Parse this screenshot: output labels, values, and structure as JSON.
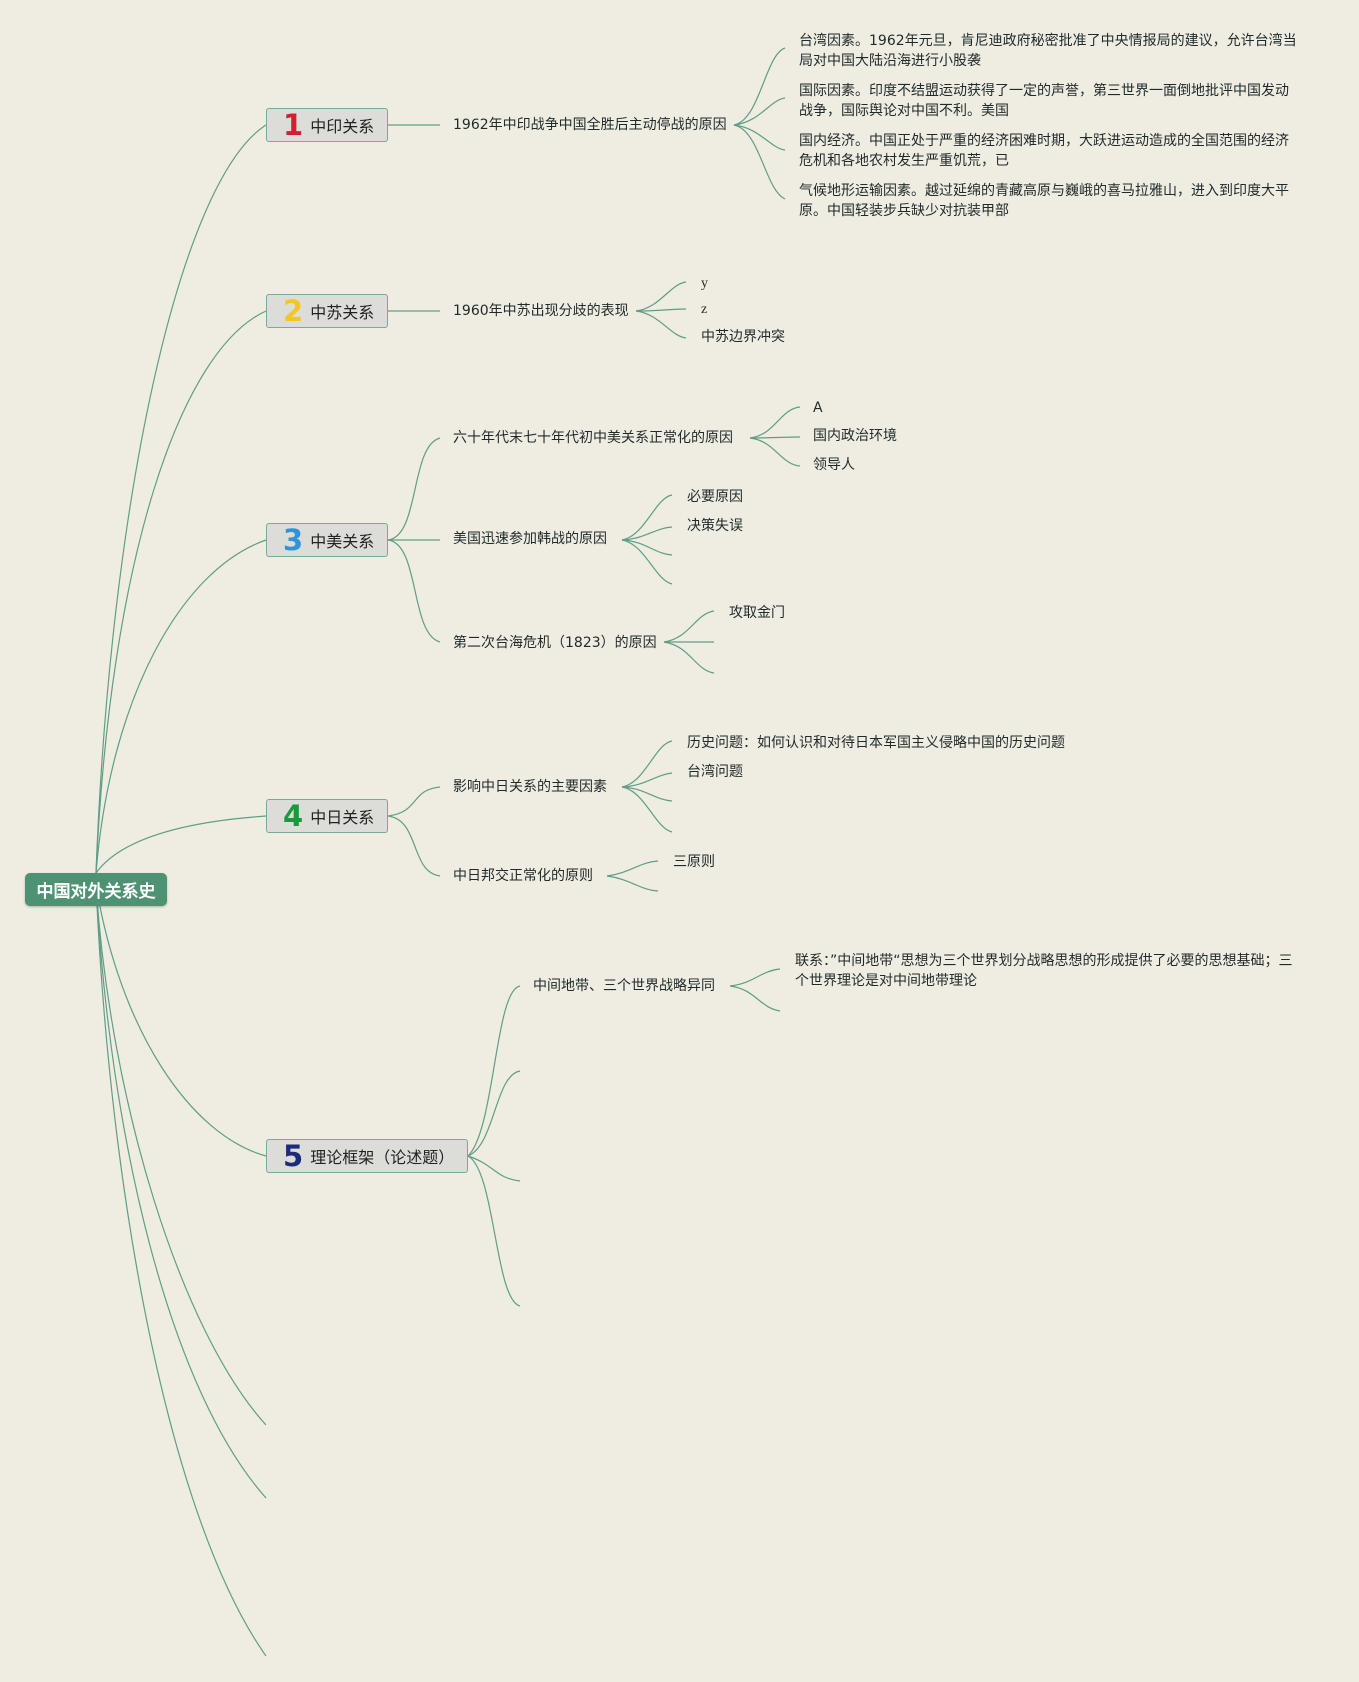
{
  "root": {
    "label": "中国对外关系史"
  },
  "branches": [
    {
      "number": "1",
      "color": "#d31f31",
      "label": "中印关系",
      "topics": [
        {
          "label": "1962年中印战争中国全胜后主动停战的原因",
          "details": [
            "台湾因素。1962年元旦，肯尼迪政府秘密批准了中央情报局的建议，允许台湾当局对中国大陆沿海进行小股袭",
            "国际因素。印度不结盟运动获得了一定的声誉，第三世界一面倒地批评中国发动战争，国际舆论对中国不利。美国",
            "国内经济。中国正处于严重的经济困难时期，大跃进运动造成的全国范围的经济危机和各地农村发生严重饥荒，已",
            "气候地形运输因素。越过延绵的青藏高原与巍峨的喜马拉雅山，进入到印度大平原。中国轻装步兵缺少对抗装甲部"
          ]
        }
      ]
    },
    {
      "number": "2",
      "color": "#f2c623",
      "label": "中苏关系",
      "topics": [
        {
          "label": "1960年中苏出现分歧的表现",
          "details": [
            "y",
            "z",
            "中苏边界冲突"
          ]
        }
      ]
    },
    {
      "number": "3",
      "color": "#2f95d8",
      "label": "中美关系",
      "topics": [
        {
          "label": "六十年代末七十年代初中美关系正常化的原因",
          "details": [
            "A",
            "国内政治环境",
            "领导人"
          ]
        },
        {
          "label": "美国迅速参加韩战的原因",
          "details": [
            "必要原因",
            "决策失误"
          ]
        },
        {
          "label": "第二次台海危机（1823）的原因",
          "details": [
            "攻取金门"
          ]
        }
      ]
    },
    {
      "number": "4",
      "color": "#1a9a3c",
      "label": "中日关系",
      "topics": [
        {
          "label": "影响中日关系的主要因素",
          "details": [
            "历史问题：如何认识和对待日本军国主义侵略中国的历史问题",
            "台湾问题"
          ]
        },
        {
          "label": "中日邦交正常化的原则",
          "details": [
            "三原则"
          ]
        }
      ]
    },
    {
      "number": "5",
      "color": "#1c2b7a",
      "label": "理论框架（论述题）",
      "topics": [
        {
          "label": "中间地带、三个世界战略异同",
          "details": [
            "联系：”中间地带“思想为三个世界划分战略思想的形成提供了必要的思想基础；三个世界理论是对中间地带理论"
          ]
        }
      ]
    }
  ]
}
